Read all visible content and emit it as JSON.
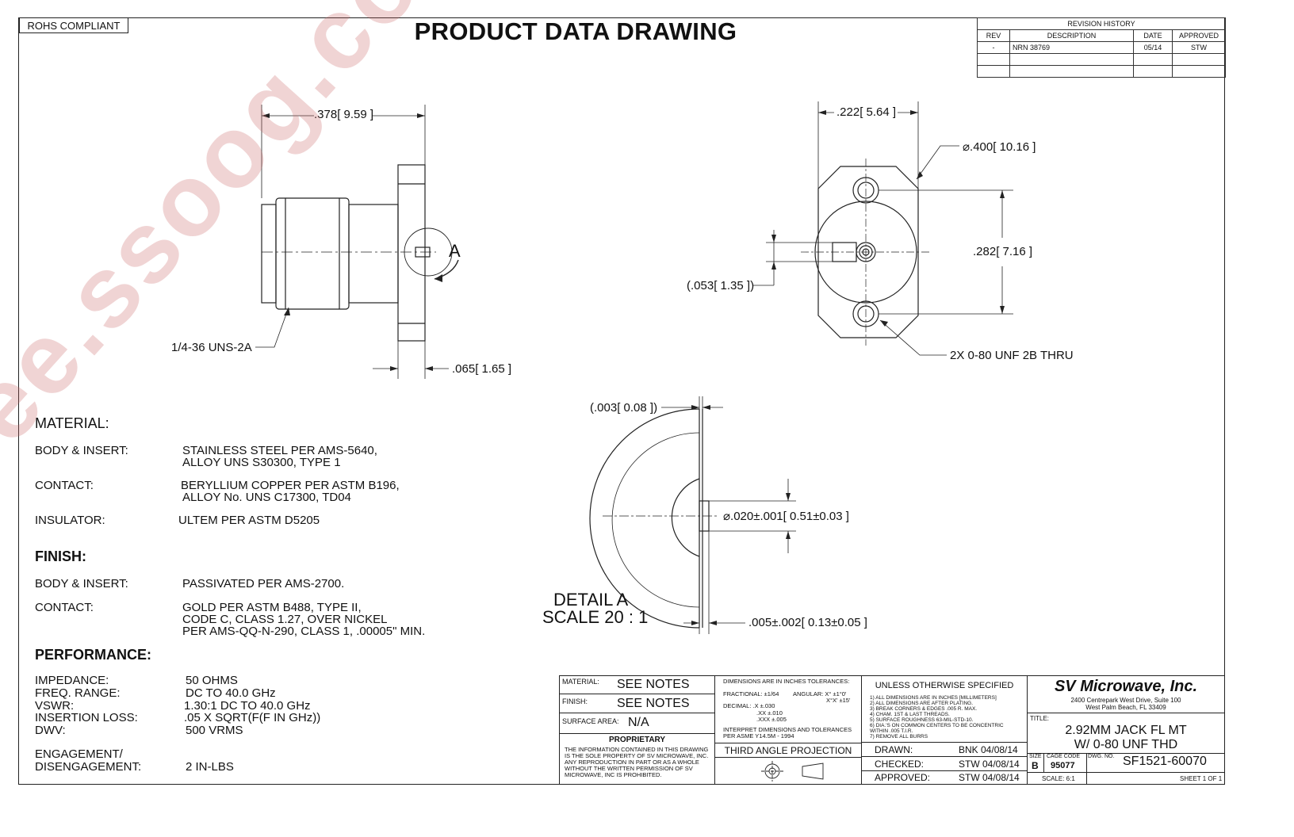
{
  "header": {
    "rohs": "ROHS COMPLIANT",
    "title": "PRODUCT DATA DRAWING"
  },
  "revision_history": {
    "caption": "REVISION HISTORY",
    "columns": [
      "REV",
      "DESCRIPTION",
      "DATE",
      "APPROVED"
    ],
    "rows": [
      [
        "-",
        "NRN 38769",
        "05/14",
        "STW"
      ],
      [
        "",
        "",
        "",
        ""
      ],
      [
        "",
        "",
        "",
        ""
      ]
    ]
  },
  "dimensions": {
    "side_length": ".378",
    "side_length_mm": "9.59",
    "thread": "1/4-36 UNS-2A",
    "flange_thickness": ".065",
    "flange_thickness_mm": "1.65",
    "detail_marker": "A",
    "front_width": ".222",
    "front_width_mm": "5.64",
    "flange_dia": ".400",
    "flange_dia_mm": "10.16",
    "hole_spacing": ".282",
    "hole_spacing_mm": "7.16",
    "pin_offset": ".053",
    "pin_offset_mm": "1.35",
    "holes": "2X 0-80 UNF 2B THRU",
    "detail_gap": ".003",
    "detail_gap_mm": "0.08",
    "pin_dia": ".020±.001",
    "pin_dia_mm": "0.51±0.03",
    "pin_protrusion": ".005±.002",
    "pin_protrusion_mm": "0.13±0.05",
    "detail_title": "DETAIL A",
    "detail_scale": "SCALE 20 : 1"
  },
  "material": {
    "heading": "MATERIAL:",
    "rows": [
      {
        "label": "BODY & INSERT:",
        "line1": "STAINLESS STEEL PER AMS-5640,",
        "line2": "ALLOY UNS S30300, TYPE 1"
      },
      {
        "label": "CONTACT:",
        "line1": "BERYLLIUM COPPER PER ASTM B196,",
        "line2": "ALLOY No. UNS C17300, TD04"
      },
      {
        "label": "INSULATOR:",
        "line1": "ULTEM PER ASTM D5205",
        "line2": ""
      }
    ]
  },
  "finish": {
    "heading": "FINISH:",
    "body_label": "BODY & INSERT:",
    "body_value": "PASSIVATED PER AMS-2700.",
    "contact_label": "CONTACT:",
    "contact_lines": [
      "GOLD PER ASTM B488, TYPE II,",
      "CODE C, CLASS 1.27, OVER NICKEL",
      "PER AMS-QQ-N-290, CLASS 1, .00005\" MIN."
    ]
  },
  "performance": {
    "heading": "PERFORMANCE:",
    "rows": [
      {
        "label": "IMPEDANCE:",
        "value": "50 OHMS"
      },
      {
        "label": "FREQ. RANGE:",
        "value": "DC TO 40.0 GHz"
      },
      {
        "label": "VSWR:",
        "value": "1.30:1 DC TO 40.0 GHz"
      },
      {
        "label": "INSERTION LOSS:",
        "value": ".05 X SQRT(F(F IN GHz))"
      },
      {
        "label": "DWV:",
        "value": "500 VRMS"
      }
    ],
    "engagement_label1": "ENGAGEMENT/",
    "engagement_label2": "DISENGAGEMENT:",
    "engagement_value": "2 IN-LBS"
  },
  "title_block": {
    "material_label": "MATERIAL:",
    "material_value": "SEE NOTES",
    "finish_label": "FINISH:",
    "finish_value": "SEE NOTES",
    "surface_label": "SURFACE AREA:",
    "surface_value": "N/A",
    "proprietary": "PROPRIETARY",
    "proprietary_text": "THE INFORMATION CONTAINED IN THIS DRAWING IS THE SOLE PROPERTY OF SV MICROWAVE, INC. ANY REPRODUCTION IN PART OR AS A WHOLE WITHOUT THE WRITTEN PERMISSION OF SV MICROWAVE, INC IS PROHIBITED.",
    "tol_heading": "DIMENSIONS ARE IN INCHES TOLERANCES:",
    "tol_fractional": "FRACTIONAL:  ±1/64",
    "tol_angular": "ANGULAR: X°    ±1°0'",
    "tol_angular2": "X°X'  ±15'",
    "tol_decimal": "DECIMAL:  .X     ±.030",
    "tol_decimal2": ".XX   ±.010",
    "tol_decimal3": ".XXX  ±.005",
    "tol_interpret": "INTERPRET DIMENSIONS AND TOLERANCES PER ASME Y14.5M - 1994",
    "projection": "THIRD ANGLE PROJECTION",
    "unless": "UNLESS OTHERWISE SPECIFIED",
    "notes": [
      "1) ALL DIMENSIONS ARE IN INCHES [MILLIMETERS]",
      "2) ALL DIMENSIONS ARE AFTER PLATING.",
      "3) BREAK CORNERS & EDGES .005 R. MAX.",
      "4) CHAM. 1ST & LAST THREADS.",
      "5) SURFACE ROUGHNESS 63-MIL-STD-10.",
      "6) DIA.'S ON COMMON CENTERS TO BE CONCENTRIC",
      "    WITHIN .005 T.I.R.",
      "7) REMOVE ALL BURRS"
    ],
    "drawn_label": "DRAWN:",
    "drawn_value": "BNK 04/08/14",
    "checked_label": "CHECKED:",
    "checked_value": "STW 04/08/14",
    "approved_label": "APPROVED:",
    "approved_value": "STW 04/08/14",
    "company": "SV Microwave, Inc.",
    "address1": "2400 Centrepark West Drive, Suite 100",
    "address2": "West Palm Beach, FL 33409",
    "title_label": "TITLE:",
    "part_title1": "2.92MM JACK FL MT",
    "part_title2": "W/ 0-80 UNF THD",
    "size_label": "SIZE",
    "size_value": "B",
    "cage_label": "CAGE CODE",
    "cage_value": "95077",
    "dwg_label": "DWG. NO.",
    "dwg_value": "SF1521-60070",
    "scale": "SCALE: 6:1",
    "sheet": "SHEET 1 OF 1"
  },
  "watermark": "see.ssoog.com"
}
